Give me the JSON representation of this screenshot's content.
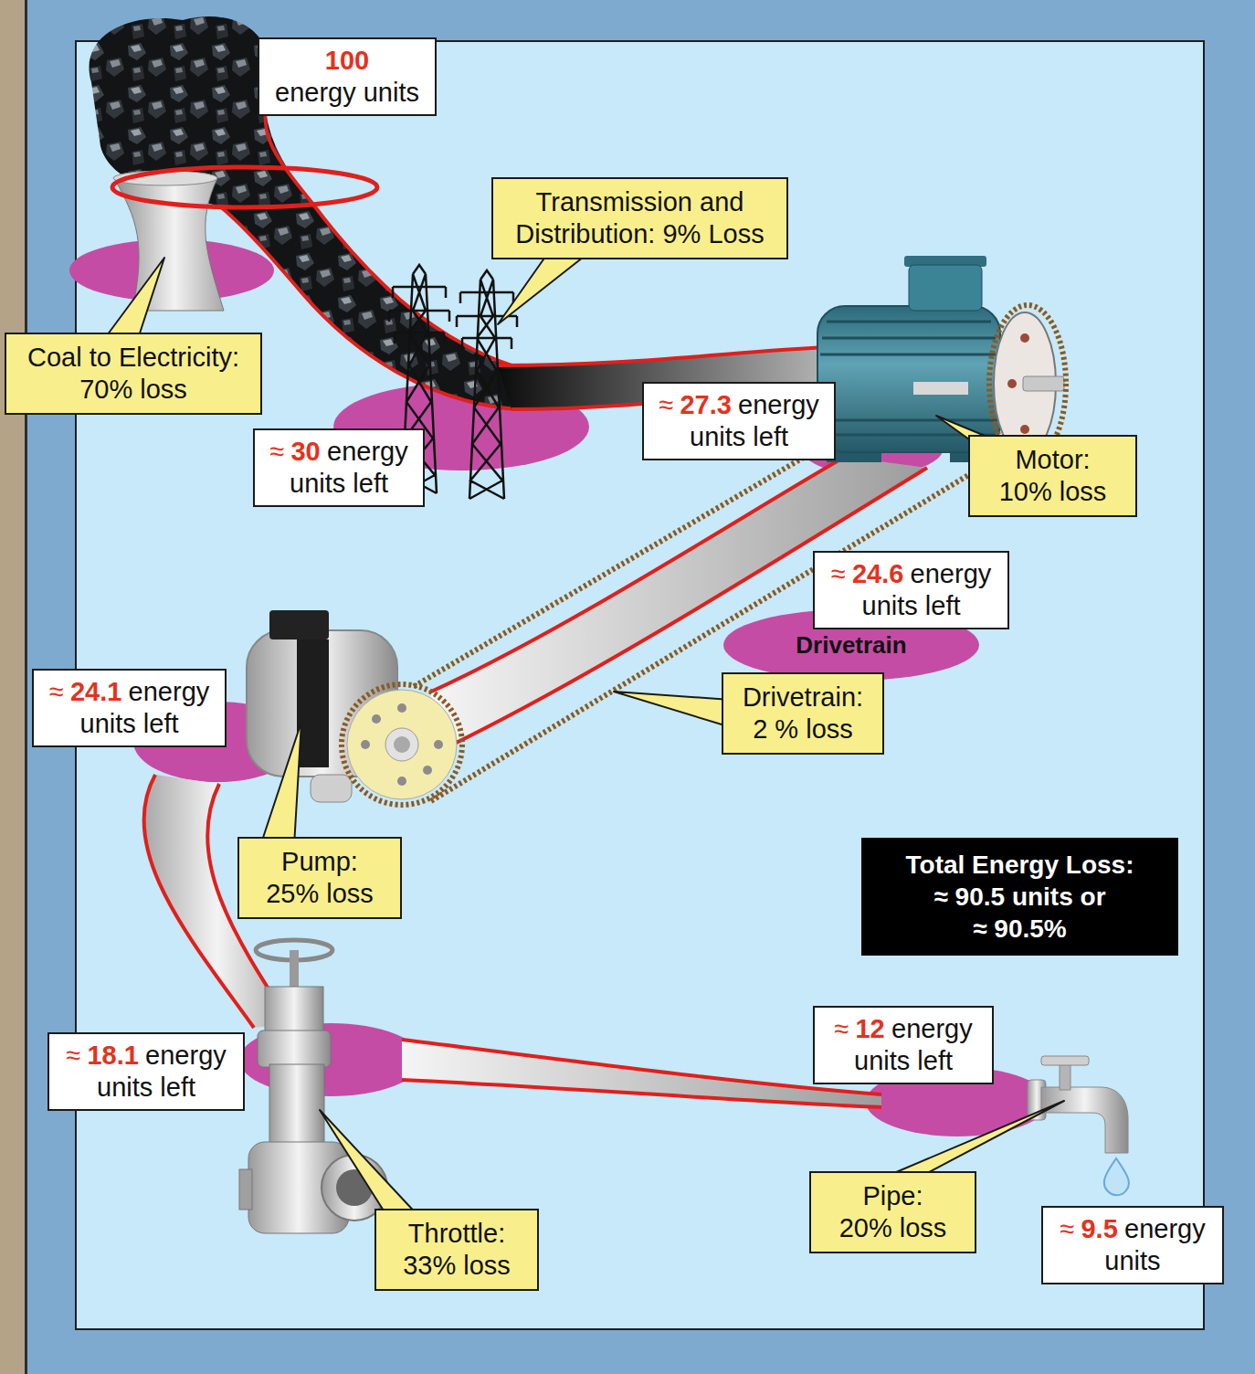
{
  "diagram": {
    "nodes": [
      {
        "text": [
          "100",
          "energy units"
        ]
      },
      {
        "text": [
          "Coal to Electricity:",
          "70% loss"
        ]
      },
      {
        "text": [
          "Transmission and Distribution: 9% Loss"
        ]
      },
      {
        "text": [
          "≈",
          "30",
          "energy units left"
        ]
      },
      {
        "text": [
          "≈",
          "27.3",
          "energy units left"
        ]
      },
      {
        "text": [
          "Motor:",
          "10% loss"
        ]
      },
      {
        "text": [
          "≈",
          "24.6",
          "energy units left"
        ]
      },
      {
        "text": [
          "Drivetrain"
        ]
      },
      {
        "text": [
          "Drivetrain:",
          "2 % loss"
        ]
      },
      {
        "text": [
          "≈",
          "24.1",
          "energy units left"
        ]
      },
      {
        "text": [
          "Pump:",
          "25% loss"
        ]
      },
      {
        "text": [
          "Total Energy Loss:",
          "≈ 90.5 units or ≈ 90.5%"
        ]
      },
      {
        "text": [
          "≈",
          "18.1",
          "energy units left"
        ]
      },
      {
        "text": [
          "Throttle:",
          "33% loss"
        ]
      },
      {
        "text": [
          "≈",
          "12",
          "energy units left"
        ]
      },
      {
        "text": [
          "Pipe:",
          "20% loss"
        ]
      },
      {
        "text": [
          "≈",
          "9.5",
          "energy units"
        ]
      }
    ]
  }
}
